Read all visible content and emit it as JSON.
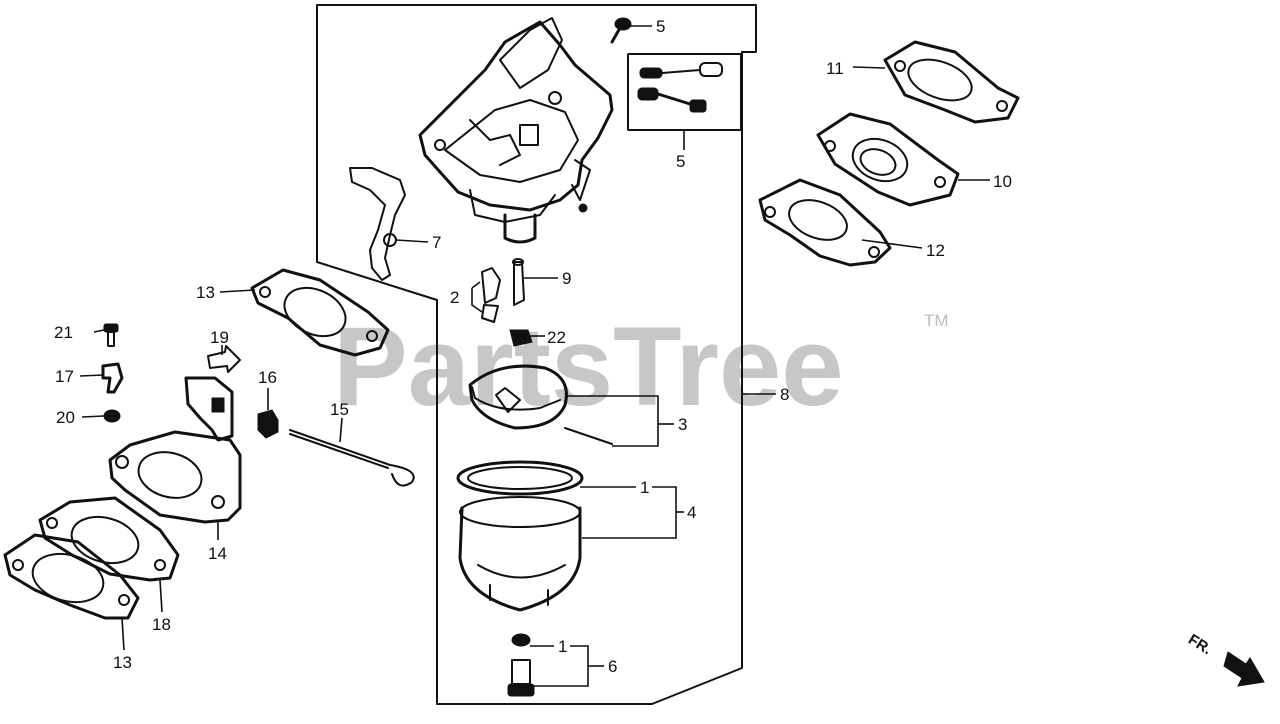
{
  "watermark": {
    "text": "PartsTree",
    "trademark": "TM"
  },
  "direction_marker": {
    "text": "FR."
  },
  "callouts": {
    "c1a": "1",
    "c1b": "1",
    "c2": "2",
    "c3": "3",
    "c4": "4",
    "c5a": "5",
    "c5b": "5",
    "c6": "6",
    "c7": "7",
    "c8": "8",
    "c9": "9",
    "c10": "10",
    "c11": "11",
    "c12": "12",
    "c13a": "13",
    "c13b": "13",
    "c14": "14",
    "c15": "15",
    "c16": "16",
    "c17": "17",
    "c18": "18",
    "c19": "19",
    "c20": "20",
    "c21": "21",
    "c22": "22"
  }
}
